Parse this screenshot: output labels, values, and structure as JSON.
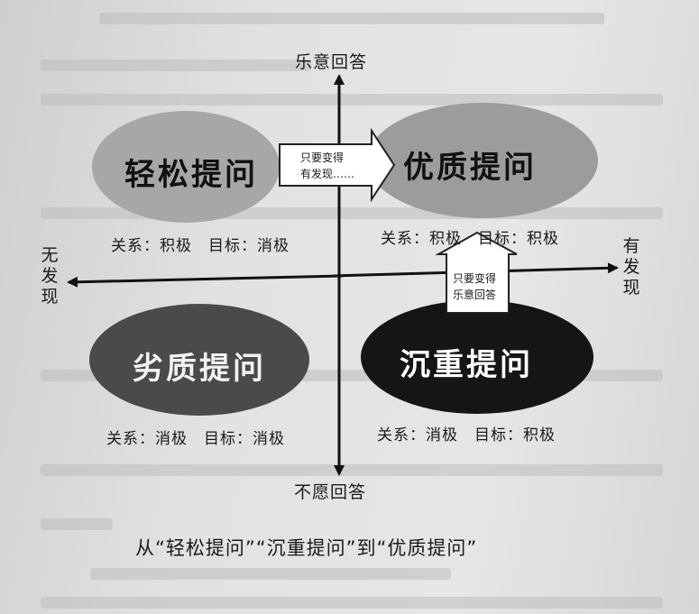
{
  "axes": {
    "top": "乐意回答",
    "bottom": "不愿回答",
    "left": "无发现",
    "right": "有发现"
  },
  "quadrants": {
    "top_left": {
      "title": "轻松提问",
      "relation": "关系：积极",
      "goal": "目标：消极",
      "fill": "#a7a7a5"
    },
    "top_right": {
      "title": "优质提问",
      "relation": "关系：积极",
      "goal": "目标：积极",
      "fill": "#9c9c9a"
    },
    "bottom_left": {
      "title": "劣质提问",
      "relation": "关系：消极",
      "goal": "目标：消极",
      "fill": "#4a4a4a"
    },
    "bottom_right": {
      "title": "沉重提问",
      "relation": "关系：消极",
      "goal": "目标：积极",
      "fill": "#151515"
    }
  },
  "callouts": {
    "right_arrow": {
      "line1": "只要变得",
      "line2": "有发现……"
    },
    "up_arrow": {
      "line1": "只要变得",
      "line2": "乐意回答"
    }
  },
  "caption": "从“轻松提问”“沉重提问”到“优质提问”"
}
